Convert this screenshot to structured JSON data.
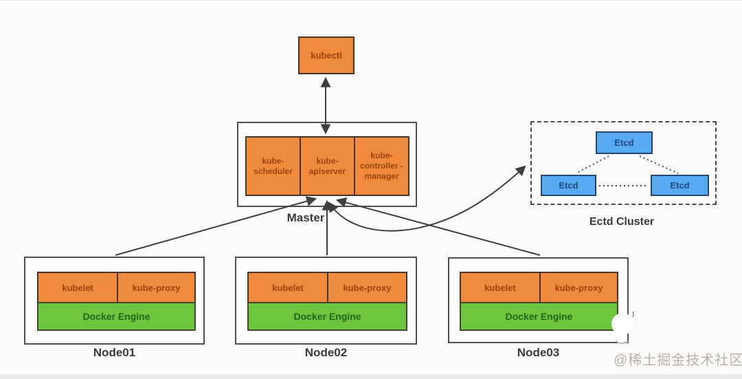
{
  "kubectl": {
    "label": "kubectl"
  },
  "master": {
    "label": "Master",
    "components": [
      {
        "label": "kube-scheduler"
      },
      {
        "label": "kube-apiserver"
      },
      {
        "label": "kube-controller -manager"
      }
    ]
  },
  "etcd_cluster": {
    "label": "Ectd Cluster",
    "members": [
      {
        "label": "Etcd"
      },
      {
        "label": "Etcd"
      },
      {
        "label": "Etcd"
      }
    ]
  },
  "nodes": [
    {
      "label": "Node01",
      "components": [
        {
          "label": "kubelet"
        },
        {
          "label": "kube-proxy"
        }
      ],
      "runtime": "Docker Engine"
    },
    {
      "label": "Node02",
      "components": [
        {
          "label": "kubelet"
        },
        {
          "label": "kube-proxy"
        }
      ],
      "runtime": "Docker Engine"
    },
    {
      "label": "Node03",
      "components": [
        {
          "label": "kubelet"
        },
        {
          "label": "kube-proxy"
        }
      ],
      "runtime": "Docker Engine"
    }
  ],
  "watermark": "@稀土掘金技术社区",
  "colors": {
    "orange": "#ef8a3d",
    "orange_text": "#9c4310",
    "green": "#6dc43d",
    "green_text": "#20661c",
    "blue": "#58aaf0",
    "blue_text": "#1f4a7e",
    "arrow": "#3e3e3e"
  }
}
